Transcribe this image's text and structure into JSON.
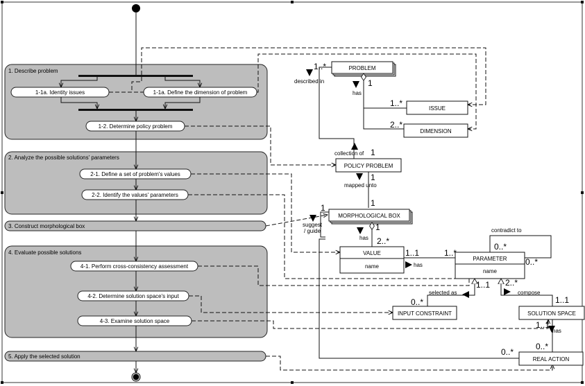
{
  "lanes": {
    "describe": "1. Describe problem",
    "analyze": "2. Analyze the possible solutions' parameters",
    "construct": "3. Construct morphological box",
    "evaluate": "4. Evaluate possible solutions",
    "apply": "5. Apply the selected solution"
  },
  "activities": {
    "identify_issues": "1-1a. Identity issues",
    "define_dimension": "1-1a. Define the dimension of problem",
    "determine_policy": "1-2. Determine policy problem",
    "define_values": "2-1. Define a set of problem's values",
    "identify_params": "2-2. Identify the values' parameters",
    "cross_consistency": "4-1. Perform cross-consistency assessment",
    "solution_input": "4-2. Determine solution space's input",
    "examine_space": "4-3. Examine solution space"
  },
  "classes": {
    "problem": "PROBLEM",
    "issue": "ISSUE",
    "dimension": "DIMENSION",
    "policy_problem": "POLICY PROBLEM",
    "morph_box": "MORPHOLOGICAL BOX",
    "value": "VALUE",
    "value_attr": "name",
    "parameter": "PARAMETER",
    "parameter_attr": "name",
    "input_constraint": "INPUT CONSTRAINT",
    "solution_space": "SOLUTION SPACE",
    "real_action": "REAL ACTION"
  },
  "relations": {
    "described_in": "described in",
    "has": "has",
    "collection_of": "collection of",
    "mapped_unto": "mapped unto",
    "suggest": "suggest",
    "guide": "/ guide",
    "contradict_to": "contradict to",
    "selected_as": "selected as",
    "compose": "compose"
  },
  "multiplicities": {
    "one_star": "1..*",
    "one": "1",
    "two_star": "2..*",
    "one_one": "1..1",
    "zero_star": "0..*"
  }
}
